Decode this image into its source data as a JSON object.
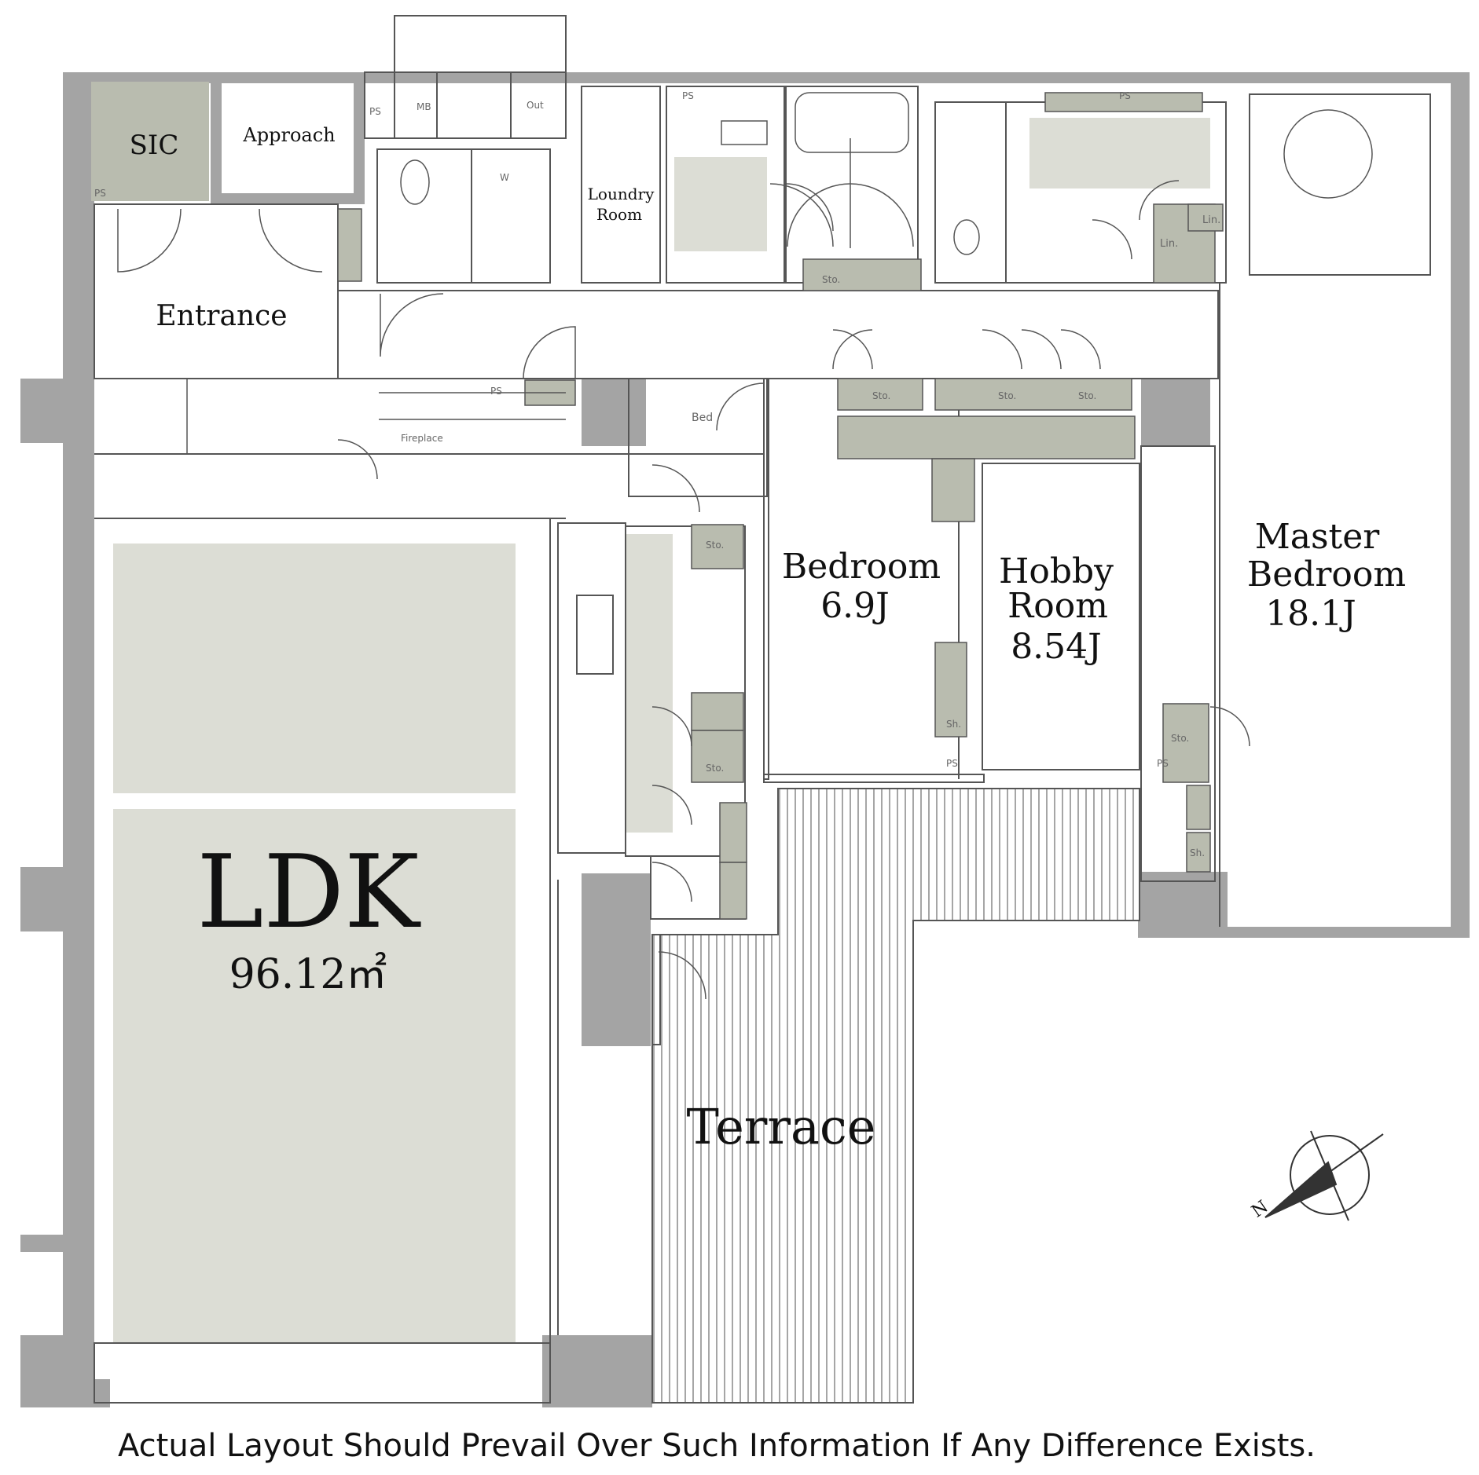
{
  "rooms": {
    "sic": "SIC",
    "approach": "Approach",
    "laundry_line1": "Loundry",
    "laundry_line2": "Room",
    "entrance": "Entrance",
    "ldk_name": "LDK",
    "ldk_area": "96.12㎡",
    "bedroom_name": "Bedroom",
    "bedroom_area": "6.9J",
    "hobby_line1": "Hobby",
    "hobby_line2": "Room",
    "hobby_area": "8.54J",
    "master_line1": "Master",
    "master_line2": "Bedroom",
    "master_area": "18.1J",
    "terrace": "Terrace"
  },
  "fixtures": {
    "mb": "MB",
    "out": "Out",
    "ps": "PS",
    "sto": "Sto.",
    "lin": "Lin.",
    "sh": "Sh.",
    "bed": "Bed",
    "fireplace": "Fireplace",
    "w": "W"
  },
  "compass": {
    "north": "N"
  },
  "disclaimer": "Actual Layout Should Prevail Over Such Information If Any Difference Exists.",
  "colors": {
    "wall": "#a4a4a4",
    "floor_highlight": "#dcddd5",
    "storage": "#b9bcaf",
    "line": "#555555"
  }
}
